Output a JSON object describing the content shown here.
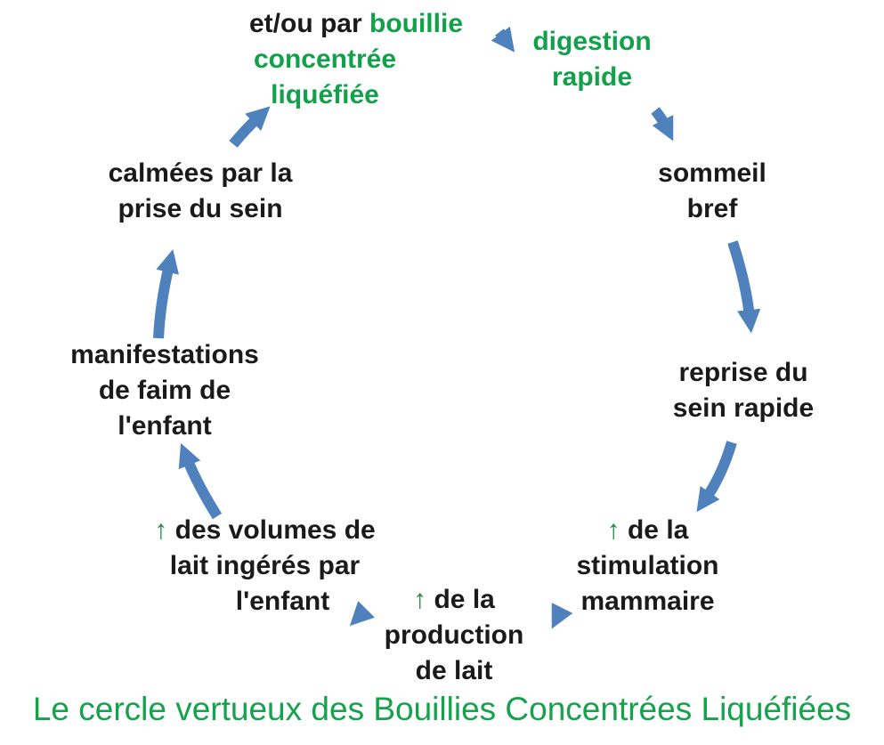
{
  "colors": {
    "arrow": "#4f81bd",
    "green": "#12a14b",
    "text": "#1a1a1a"
  },
  "nodes": {
    "top": {
      "prefix": "et/ou par ",
      "green1": "bouillie",
      "green2": "concentrée",
      "green3": "liquéfiée"
    },
    "digestion": {
      "line1": "digestion",
      "line2": "rapide"
    },
    "sommeil": {
      "line1": "sommeil",
      "line2": "bref"
    },
    "reprise": {
      "line1": "reprise du",
      "line2": "sein rapide"
    },
    "stimulation": {
      "arrow": "↑",
      "line1": " de la",
      "line2": "stimulation",
      "line3": "mammaire"
    },
    "production": {
      "arrow": "↑",
      "line1": " de la",
      "line2": "production",
      "line3": "de lait"
    },
    "volumes": {
      "arrow": "↑",
      "line1": " des volumes de",
      "line2": "lait ingérés par",
      "line3": "l'enfant"
    },
    "manifestations": {
      "line1": "manifestations",
      "line2": "de faim de",
      "line3": "l'enfant"
    },
    "calmees": {
      "line1": "calmées par la",
      "line2": "prise du sein"
    }
  },
  "caption": "Le cercle vertueux des Bouillies Concentrées Liquéfiées"
}
